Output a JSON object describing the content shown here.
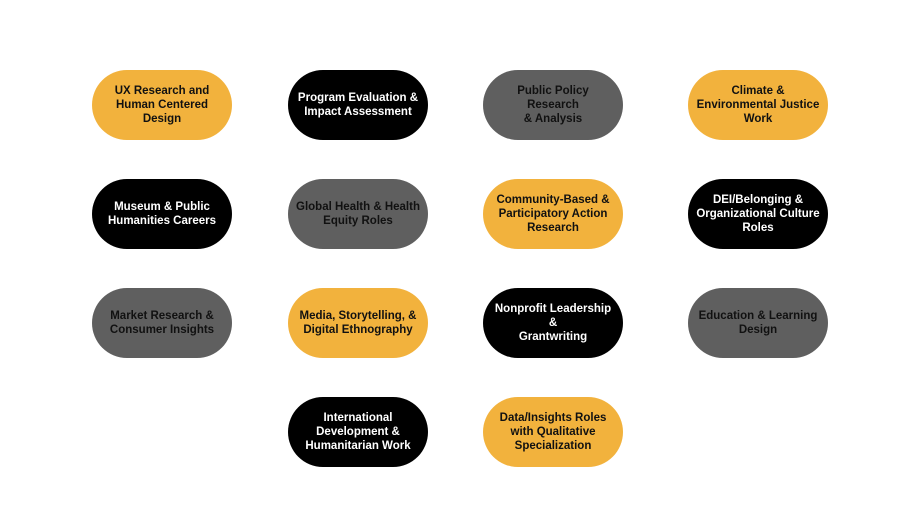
{
  "colors": {
    "gold": "#f2b23d",
    "black": "#000000",
    "gray": "#5f5f5f"
  },
  "pills": [
    {
      "label": "UX Research and\nHuman Centered Design",
      "color": "gold"
    },
    {
      "label": "Program Evaluation &\nImpact Assessment",
      "color": "black"
    },
    {
      "label": "Public Policy Research\n& Analysis",
      "color": "gray"
    },
    {
      "label": "Climate &\nEnvironmental Justice\nWork",
      "color": "gold"
    },
    {
      "label": "Museum & Public\nHumanities Careers",
      "color": "black"
    },
    {
      "label": "Global Health & Health\nEquity Roles",
      "color": "gray"
    },
    {
      "label": "Community-Based &\nParticipatory Action\nResearch",
      "color": "gold"
    },
    {
      "label": "DEI/Belonging &\nOrganizational Culture\nRoles",
      "color": "black"
    },
    {
      "label": "Market Research &\nConsumer Insights",
      "color": "gray"
    },
    {
      "label": "Media, Storytelling, &\nDigital Ethnography",
      "color": "gold"
    },
    {
      "label": "Nonprofit Leadership &\nGrantwriting",
      "color": "black"
    },
    {
      "label": "Education & Learning\nDesign",
      "color": "gray"
    },
    {
      "label": "International\nDevelopment &\nHumanitarian Work",
      "color": "black"
    },
    {
      "label": "Data/Insights Roles\nwith Qualitative\nSpecialization",
      "color": "gold"
    }
  ]
}
